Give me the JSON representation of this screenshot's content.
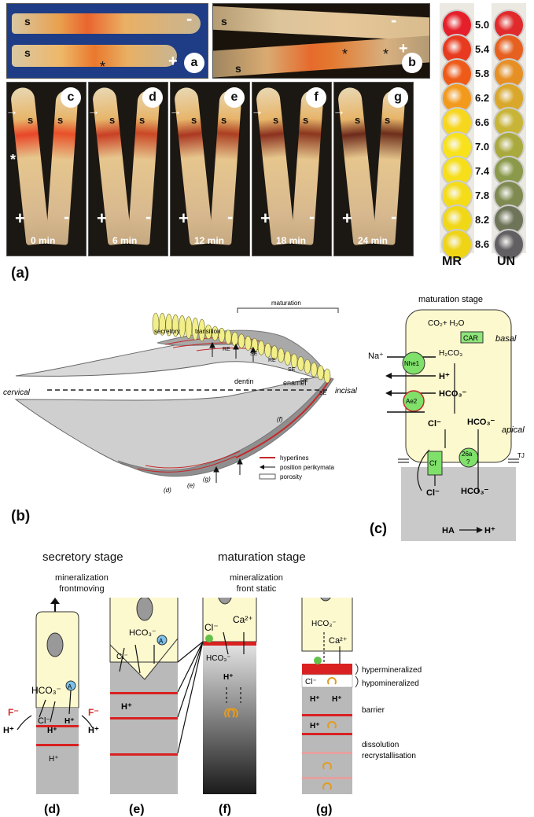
{
  "panel_a": {
    "label": "(a)",
    "photo_a": {
      "letter": "a",
      "s1": "s",
      "s2": "s",
      "minus": "-",
      "plus": "+",
      "star": "*"
    },
    "photo_b": {
      "letter": "b",
      "s1": "s",
      "s2": "s",
      "minus": "-",
      "plus": "+",
      "star1": "*",
      "star2": "*"
    },
    "strips": [
      {
        "letter": "c",
        "time": "0 min"
      },
      {
        "letter": "d",
        "time": "6 min"
      },
      {
        "letter": "e",
        "time": "12 min"
      },
      {
        "letter": "f",
        "time": "18 min"
      },
      {
        "letter": "g",
        "time": "24 min"
      }
    ],
    "strip_s": "s",
    "strip_plus": "+",
    "strip_minus": "-",
    "strip_star": "*",
    "ph_values": [
      "5.0",
      "5.4",
      "5.8",
      "6.2",
      "6.6",
      "7.0",
      "7.4",
      "7.8",
      "8.2",
      "8.6"
    ],
    "mr_label": "MR",
    "un_label": "UN",
    "colors": {
      "mr": [
        "#e5202a",
        "#e83a1e",
        "#ee5b18",
        "#f39a1c",
        "#f7d61e",
        "#f8e21c",
        "#f6df1a",
        "#f4dc19",
        "#f1d817",
        "#efd416"
      ],
      "un": [
        "#e12a2c",
        "#e6601f",
        "#e68f24",
        "#d9a72a",
        "#c8b436",
        "#aaa93e",
        "#8a9a4a",
        "#7e8a50",
        "#6d7458",
        "#625f62"
      ]
    }
  },
  "panel_b": {
    "label": "(b)",
    "secretory": "secretory",
    "transition": "transition",
    "maturation": "maturation",
    "re": "RE",
    "se": "SE",
    "cervical": "cervical",
    "incisal": "incisal",
    "dentin": "dentin",
    "enamel": "enamel",
    "legend": {
      "hyperlines": "hyperlines",
      "perikymata": "position perikymata",
      "porosity": "porosity"
    },
    "pos_d": "(d)",
    "pos_e": "(e)",
    "pos_g": "(g)",
    "pos_f": "(f)"
  },
  "panel_c": {
    "label": "(c)",
    "title": "maturation stage",
    "co2": "CO₂+ H₂O",
    "car": "CAR",
    "basal": "basal",
    "na": "Na⁺",
    "nhe1": "Nhe1",
    "h2co3": "H₂CO₃",
    "h": "H⁺",
    "hco3": "HCO₃⁻",
    "ae2": "Ae2",
    "cl": "Cl⁻",
    "hco3b": "HCO₃⁻",
    "apical": "apical",
    "tj": "TJ",
    "cf": "Cf",
    "s26a": "26a",
    "q": "?",
    "cl2": "Cl⁻",
    "hco3c": "HCO₃⁻",
    "ha": "HA",
    "h2": "H⁺"
  },
  "panel_bottom": {
    "secretory_title": "secretory stage",
    "maturation_title": "maturation stage",
    "sec_sub": "mineralization\nfrontmoving",
    "mat_sub": "mineralization\nfront static",
    "d": {
      "label": "(d)",
      "hco3": "HCO₃⁻",
      "a": "A",
      "f1": "F⁻",
      "f2": "F⁻",
      "cl": "Cl⁻",
      "h_left": "H⁺",
      "h_mid": "H⁺",
      "h_mid2": "H⁺",
      "h_right": "H⁺",
      "h_low": "H⁺"
    },
    "e": {
      "label": "(e)",
      "hco3": "HCO₃⁻",
      "a": "A",
      "cl": "Cl⁻",
      "h": "H⁺"
    },
    "f": {
      "label": "(f)",
      "cl": "Cl⁻",
      "ca": "Ca²⁺",
      "hco3": "HCO₃⁻",
      "h": "H⁺"
    },
    "g": {
      "label": "(g)",
      "hco3": "HCO₃⁻",
      "cl": "Cl⁻",
      "ca": "Ca²⁺",
      "h1": "H⁺",
      "h2": "H⁺",
      "h3": "H⁺"
    },
    "hypermineralized": "hypermineralized",
    "hypomineralized": "hypomineralized",
    "barrier": "barrier",
    "dissolution": "dissolution",
    "recrystallisation": "recrystallisation"
  }
}
